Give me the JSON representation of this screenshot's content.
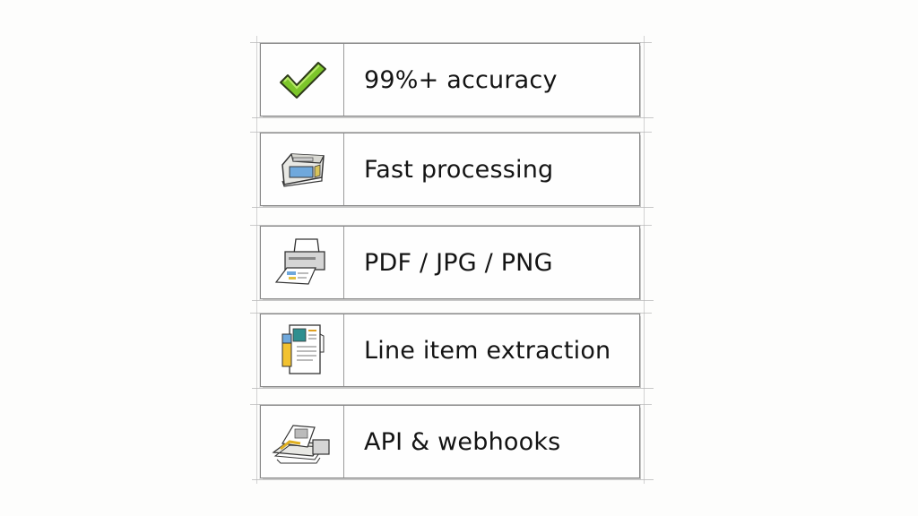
{
  "features": [
    {
      "label": "99%+ accuracy",
      "icon": "checkmark-icon"
    },
    {
      "label": "Fast processing",
      "icon": "scanner-icon"
    },
    {
      "label": "PDF / JPG / PNG",
      "icon": "printer-icon"
    },
    {
      "label": "Line item extraction",
      "icon": "document-icon"
    },
    {
      "label": "API & webhooks",
      "icon": "document-stack-icon"
    }
  ],
  "colors": {
    "check_green": "#7cc62a",
    "line_gray": "#8a8a8a",
    "text": "#141414"
  }
}
